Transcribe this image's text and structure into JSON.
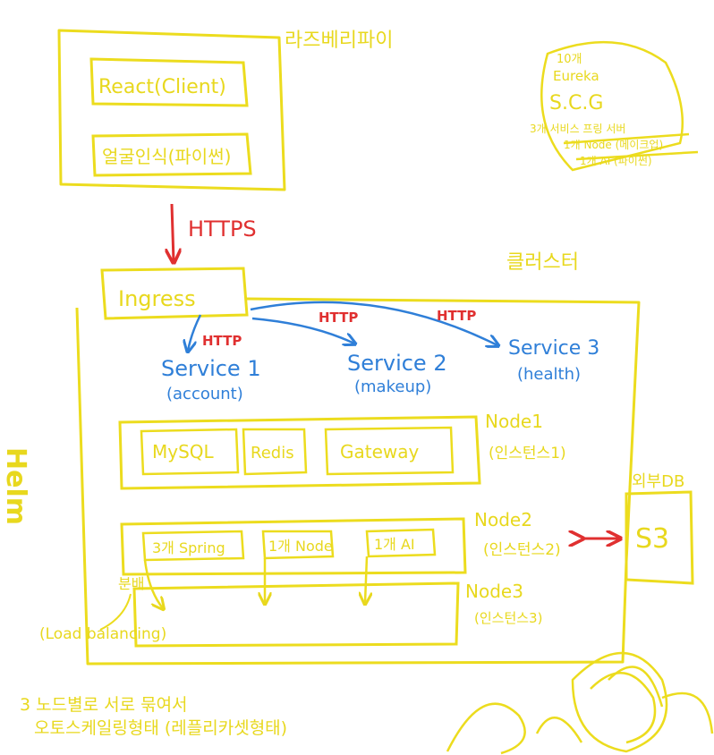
{
  "colors": {
    "marker_yellow": "#ecdc1e",
    "marker_blue": "#2f7fd8",
    "marker_red": "#e03030",
    "background": "#ffffff"
  },
  "raspberry": {
    "label": "라즈베리파이",
    "react_client": "React(Client)",
    "face_recognition": "얼굴인식(파이썬)"
  },
  "https_label": "HTTPS",
  "cluster": {
    "label": "클러스터",
    "ingress": "Ingress",
    "http_labels": [
      "HTTP",
      "HTTP",
      "HTTP"
    ],
    "services": [
      {
        "name": "Service 1",
        "sub": "(account)"
      },
      {
        "name": "Service 2",
        "sub": "(makeup)"
      },
      {
        "name": "Service 3",
        "sub": "(health)"
      }
    ],
    "node1": {
      "label": "Node1",
      "instance": "(인스턴스1)",
      "items": [
        "MySQL",
        "Redis",
        "Gateway"
      ]
    },
    "node2": {
      "label": "Node2",
      "instance": "(인스턴스2)",
      "items": [
        "3개 Spring",
        "1개 Node",
        "1개 AI"
      ]
    },
    "node3": {
      "label": "Node3",
      "instance": "(인스턴스3)"
    }
  },
  "external_db": {
    "label": "외부DB",
    "s3": "S3"
  },
  "helm": "Helm",
  "load_balancing": {
    "label": "분배",
    "note": "(Load balancing)"
  },
  "bottom_note": {
    "line1": "3 노드별로 서로 묶여서",
    "line2": "오토스케일링형태 (레플리카셋형태)"
  },
  "top_right_note": {
    "lines": [
      "10개",
      "Eureka",
      "S.C.G",
      "3개 서비스 프링 서버",
      "1개 Node (메이크업)",
      "1개 AI (파이썬)"
    ]
  }
}
